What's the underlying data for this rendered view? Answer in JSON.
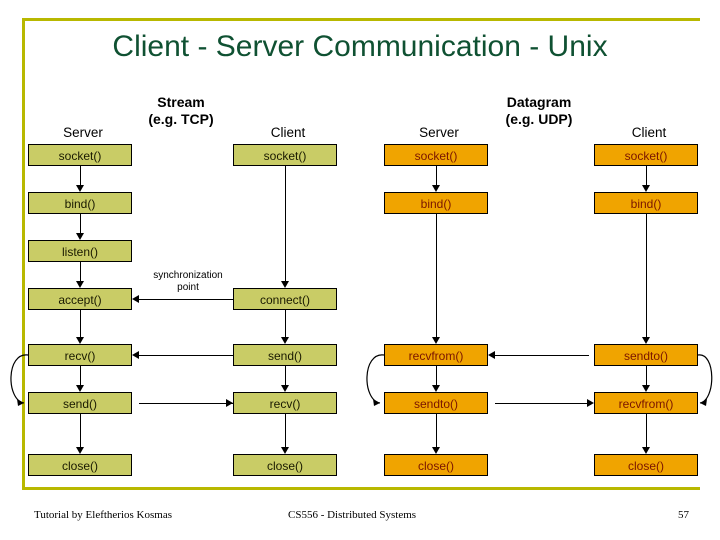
{
  "slide": {
    "title": "Client - Server Communication - Unix",
    "accent_frame_color": "#b8b800",
    "title_color": "#0f5132",
    "stream_box_color": "#c9cc66",
    "datagram_box_color": "#f0a400"
  },
  "groups": {
    "stream_label": "Stream\n(e.g. TCP)",
    "stream_label_line1": "Stream",
    "stream_label_line2": "(e.g. TCP)",
    "datagram_label_line1": "Datagram",
    "datagram_label_line2": "(e.g. UDP)"
  },
  "columns": [
    {
      "header": "Server",
      "style": "olive",
      "calls": [
        "socket()",
        "bind()",
        "listen()",
        "accept()",
        "recv()",
        "send()",
        "close()"
      ]
    },
    {
      "header": "Client",
      "style": "olive",
      "calls": [
        "socket()",
        "",
        "",
        "connect()",
        "send()",
        "recv()",
        "close()"
      ]
    },
    {
      "header": "Server",
      "style": "orange",
      "calls": [
        "socket()",
        "bind()",
        "",
        "",
        "recvfrom()",
        "sendto()",
        "close()"
      ]
    },
    {
      "header": "Client",
      "style": "orange",
      "calls": [
        "socket()",
        "bind()",
        "",
        "",
        "sendto()",
        "recvfrom()",
        "close()"
      ]
    }
  ],
  "annotations": {
    "sync_point_line1": "synchronization",
    "sync_point_line2": "point"
  },
  "footer": {
    "left": "Tutorial by Eleftherios Kosmas",
    "center": "CS556 - Distributed Systems",
    "page_number": "57"
  }
}
